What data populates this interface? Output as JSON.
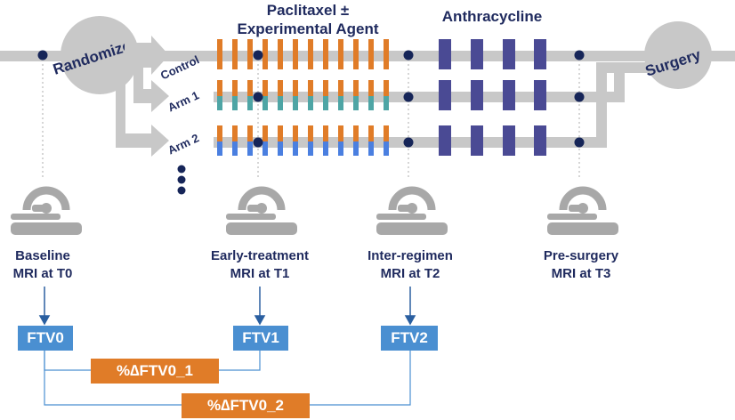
{
  "titles": {
    "paclitaxel_line1": "Paclitaxel ±",
    "paclitaxel_line2": "Experimental Agent",
    "anthracycline": "Anthracycline"
  },
  "randomize": "Randomize",
  "surgery": "Surgery",
  "arms": [
    {
      "label": "Control",
      "second_color": "#e07c28"
    },
    {
      "label": "Arm 1",
      "second_color": "#4ea5a5"
    },
    {
      "label": "Arm 2",
      "second_color": "#4a7fe0"
    }
  ],
  "colors": {
    "track": "#c8c8c8",
    "paclitaxel": "#e07c28",
    "anthracycline": "#4a4a94",
    "node": "#162558",
    "mri_icon": "#a8a8a8",
    "ftv": "#4a8fd1",
    "pct": "#e07c28",
    "text": "#1f2a5e"
  },
  "timepoints": [
    {
      "line1": "Baseline",
      "line2": "MRI at T0"
    },
    {
      "line1": "Early-treatment",
      "line2": "MRI at T1"
    },
    {
      "line1": "Inter-regimen",
      "line2": "MRI at T2"
    },
    {
      "line1": "Pre-surgery",
      "line2": "MRI at T3"
    }
  ],
  "ftv_boxes": [
    "FTV0",
    "FTV1",
    "FTV2"
  ],
  "pct_boxes": [
    "%∆FTV0_1",
    "%∆FTV0_2"
  ],
  "icons": {
    "mri": "mri-scanner-icon",
    "more_arms": "vertical-ellipsis-icon"
  }
}
